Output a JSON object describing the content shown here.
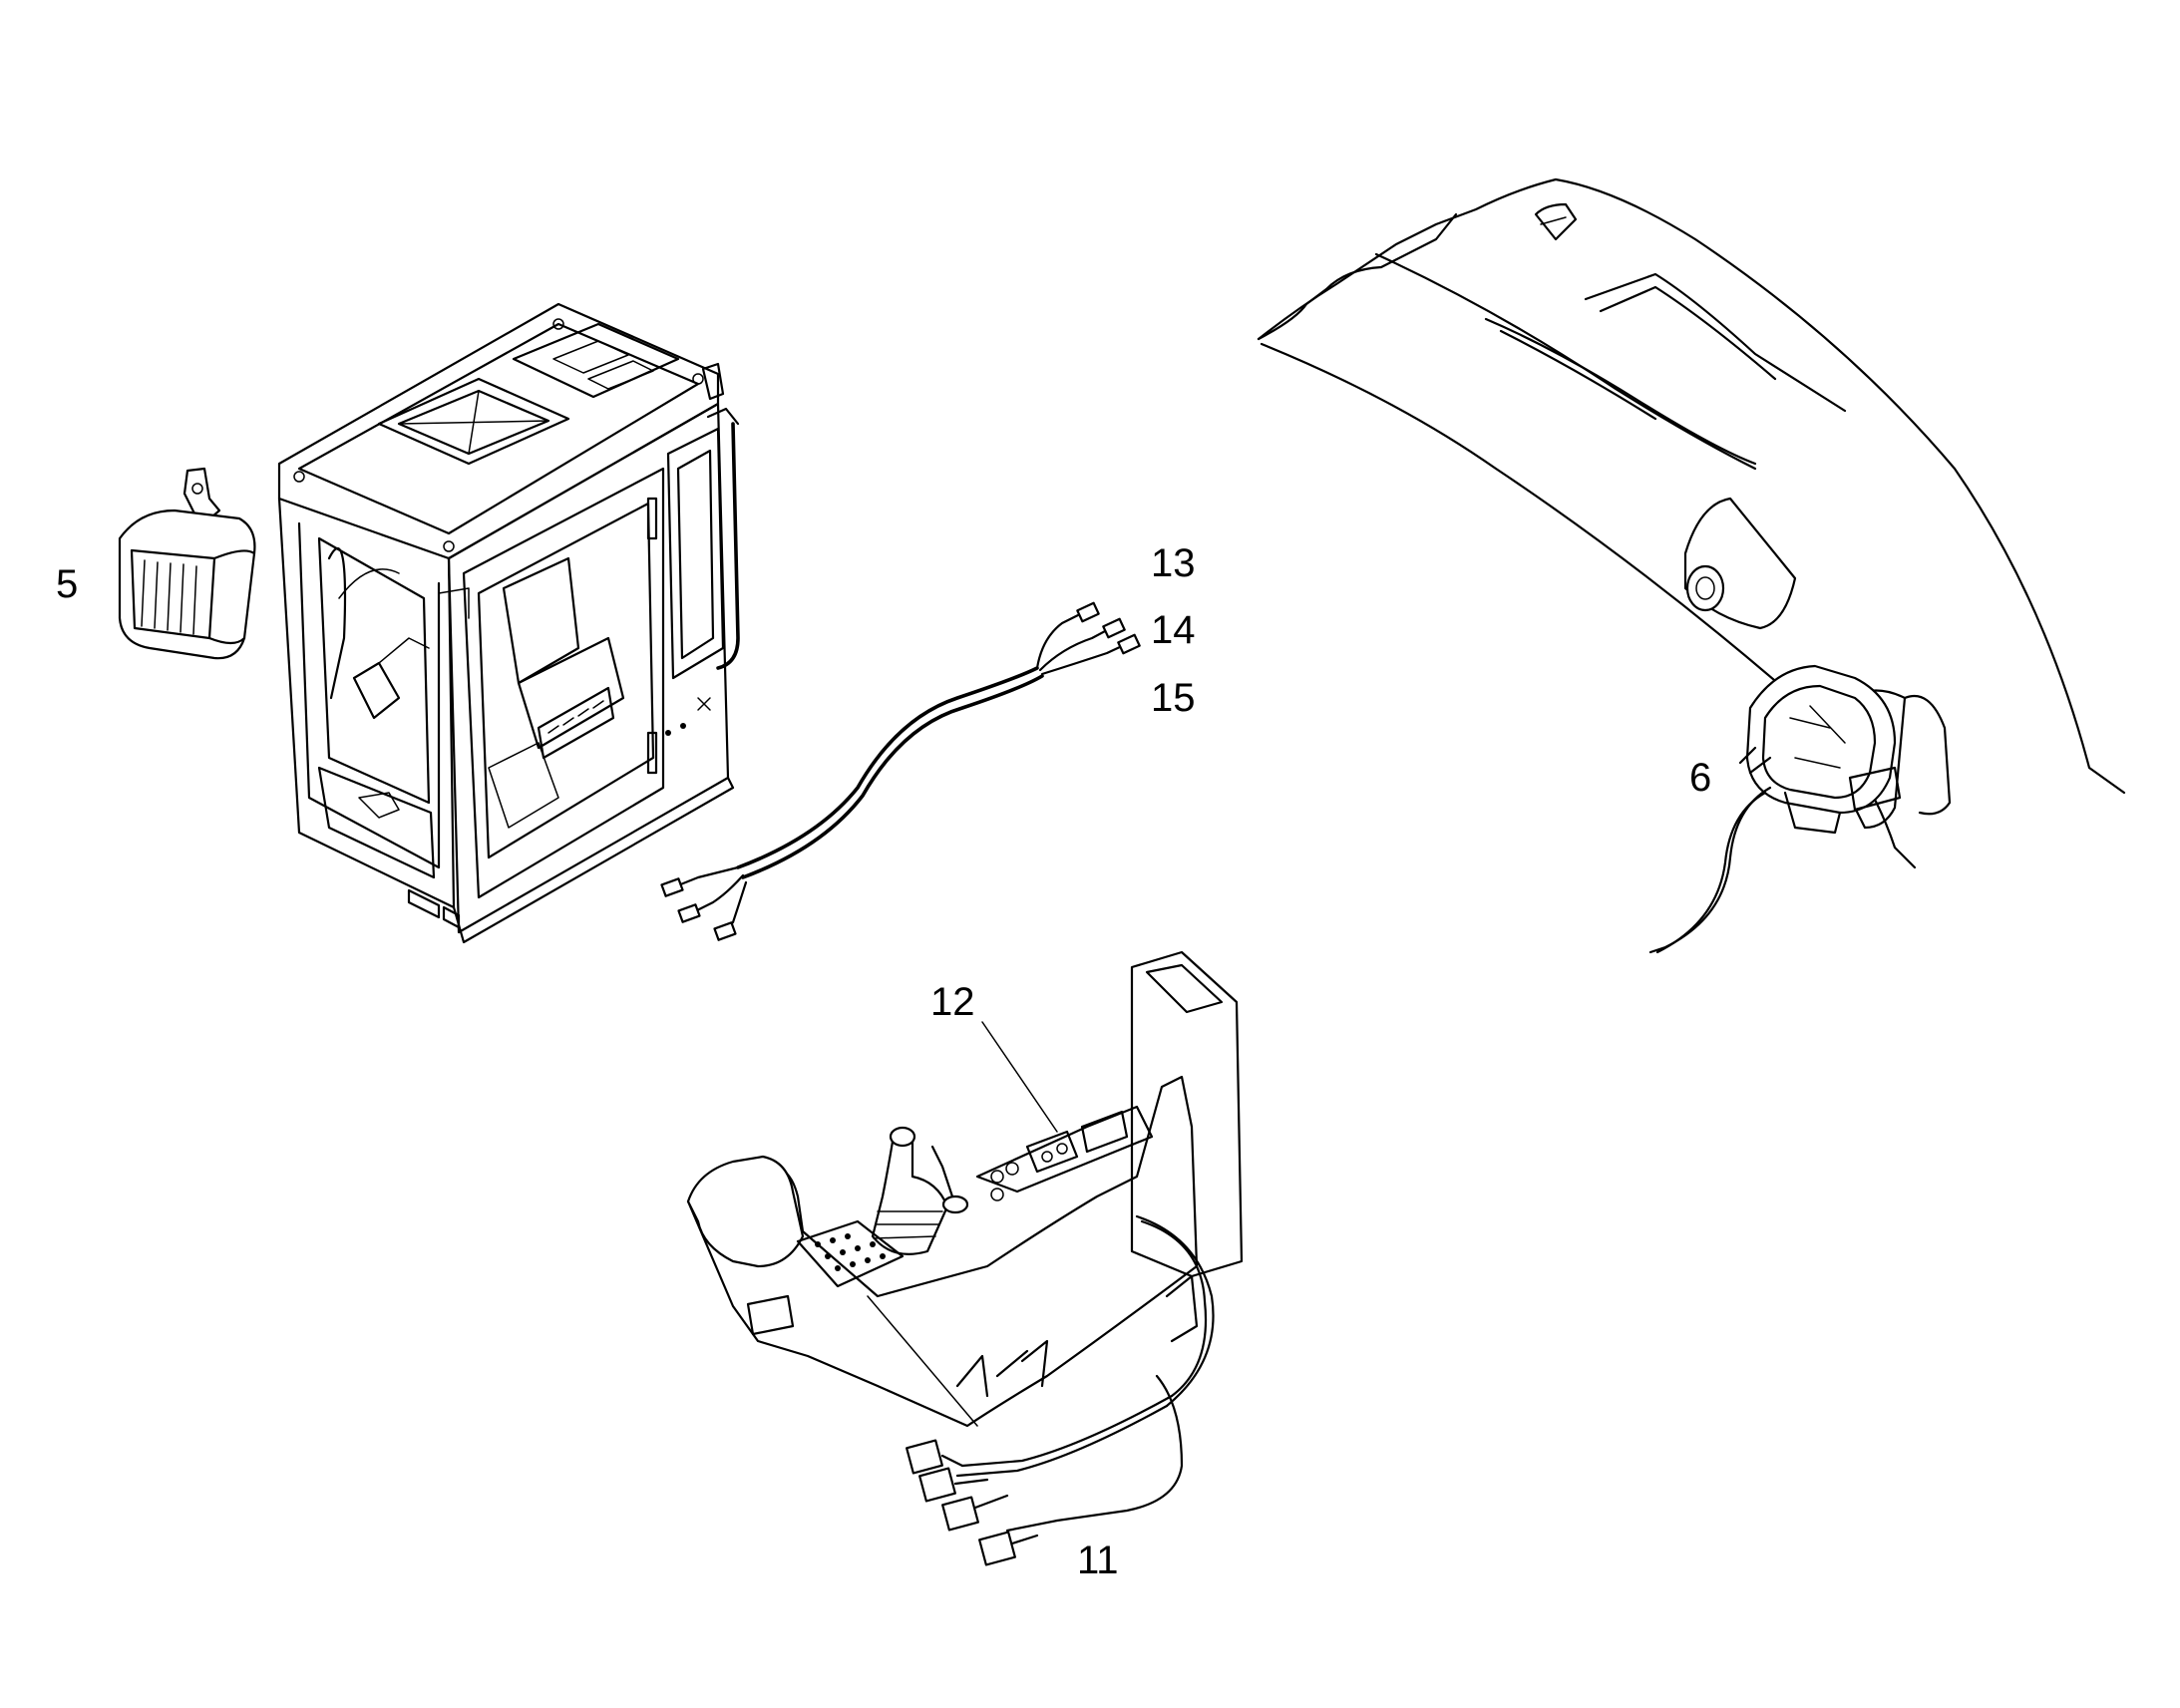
{
  "callouts": {
    "c5": "5",
    "c6": "6",
    "c11": "11",
    "c12": "12",
    "c13": "13",
    "c14": "14",
    "c15": "15"
  },
  "colors": {
    "line": "#000000",
    "background": "#ffffff"
  }
}
